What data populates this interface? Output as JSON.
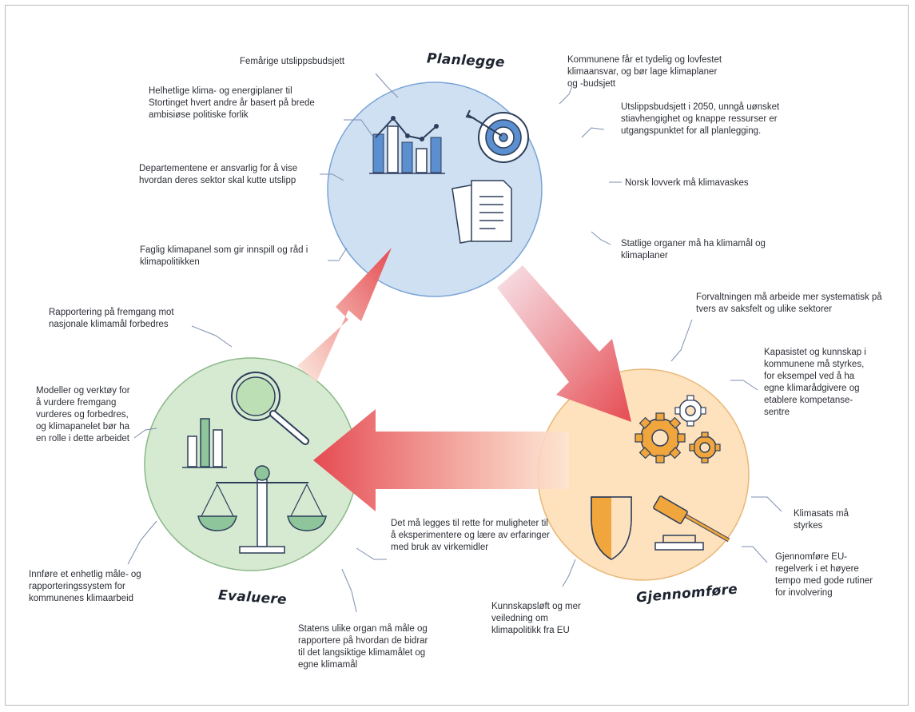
{
  "stages": {
    "plan": "Planlegge",
    "implement": "Gjennomføre",
    "evaluate": "Evaluere"
  },
  "labels": {
    "plan_1": "Femårige utslippsbudsjett",
    "plan_2": "Helhetlige klima- og energiplaner til Stortinget hvert andre år basert på brede ambisiøse politiske forlik",
    "plan_3": "Departementene er ansvarlig for å vise hvordan deres sektor skal kutte utslipp",
    "plan_4": "Faglig klimapanel som gir innspill og råd i klimapolitikken",
    "plan_5": "Kommunene får et tydelig og lovfestet klimaansvar, og bør lage klimaplaner og -budsjett",
    "plan_6": "Utslippsbudsjett i 2050, unngå uønsket stiavhengighet og knappe ressurser er utgangspunktet for all planlegging.",
    "plan_7": "Norsk lovverk må klimavaskes",
    "plan_8": "Statlige organer må ha klimamål og klimaplaner",
    "impl_1": "Forvaltningen må arbeide mer systematisk på tvers av saksfelt og ulike sektorer",
    "impl_2": "Kapasistet og kunnskap i kommunene må styrkes, for eksempel ved å ha egne klimarådgivere og etablere kompetanse-sentre",
    "impl_3": "Klimasats må styrkes",
    "impl_4": "Gjennomføre EU-regelverk i et høyere tempo med gode rutiner for involvering",
    "impl_5": "Kunnskapsløft og mer veiledning om klimapolitikk fra EU",
    "eval_1": "Rapportering på fremgang mot nasjonale klimamål forbedres",
    "eval_2": "Modeller og verktøy for å vurdere fremgang vurderes og forbedres, og klimapanelet bør ha en rolle i dette arbeidet",
    "eval_3": "Innføre et enhetlig måle- og rapporteringssystem for kommunenes klimaarbeid",
    "eval_4": "Statens ulike organ må måle og rapportere på hvordan de bidrar til det langsiktige klimamålet og egne klimamål",
    "eval_5": "Det må legges til rette for muligheter til å eksperimentere og lære av erfaringer med bruk av virkemidler"
  },
  "colors": {
    "plan_fill": "#cfe0f3",
    "implement_fill": "#fde2bd",
    "evaluate_fill": "#d6ead2",
    "arrow_red": "#e8545a",
    "icon_blue": "#5b8fd0",
    "icon_green": "#8ec59a",
    "icon_orange": "#f0a53d"
  },
  "icons": [
    "bar-chart-icon",
    "target-icon",
    "documents-icon",
    "gears-icon",
    "shield-icon",
    "gavel-icon",
    "magnifier-icon",
    "scales-icon"
  ]
}
